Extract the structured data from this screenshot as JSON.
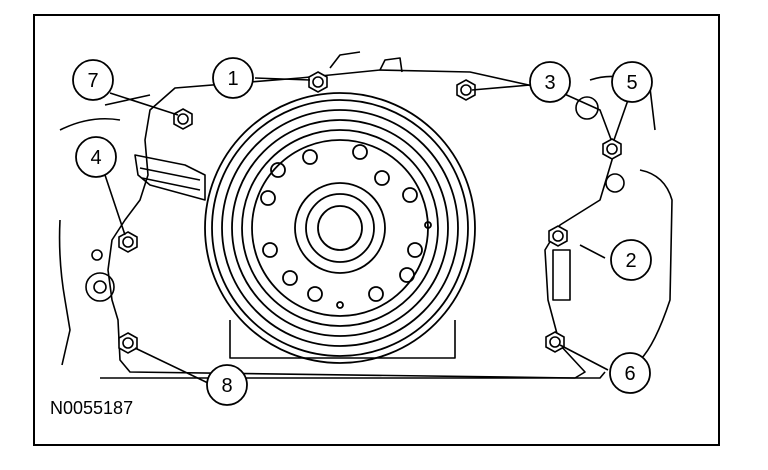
{
  "figure": {
    "id_label": "N0055187"
  },
  "callouts": [
    {
      "label": "1"
    },
    {
      "label": "2"
    },
    {
      "label": "3"
    },
    {
      "label": "4"
    },
    {
      "label": "5"
    },
    {
      "label": "6"
    },
    {
      "label": "7"
    },
    {
      "label": "8"
    }
  ],
  "colors": {
    "line": "#000000",
    "background": "#ffffff"
  }
}
